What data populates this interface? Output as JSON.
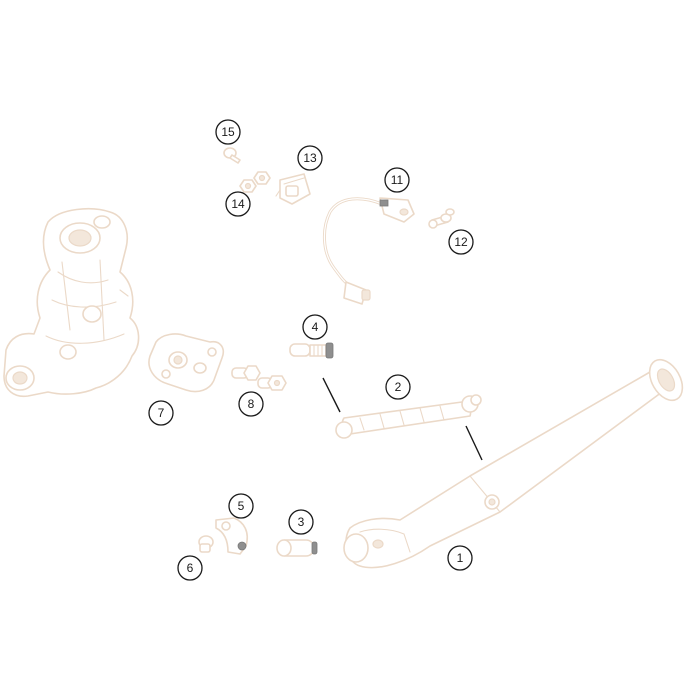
{
  "colors": {
    "part_outline": "#ebd9c8",
    "part_shade": "#f3e7db",
    "callout_ink": "#1a1a1a",
    "background": "#ffffff"
  },
  "callouts": [
    {
      "id": "1",
      "label": "1"
    },
    {
      "id": "2",
      "label": "2"
    },
    {
      "id": "3",
      "label": "3"
    },
    {
      "id": "4",
      "label": "4"
    },
    {
      "id": "5",
      "label": "5"
    },
    {
      "id": "6",
      "label": "6"
    },
    {
      "id": "7",
      "label": "7"
    },
    {
      "id": "8",
      "label": "8"
    },
    {
      "id": "11",
      "label": "11"
    },
    {
      "id": "12",
      "label": "12"
    },
    {
      "id": "13",
      "label": "13"
    },
    {
      "id": "14",
      "label": "14"
    },
    {
      "id": "15",
      "label": "15"
    }
  ]
}
